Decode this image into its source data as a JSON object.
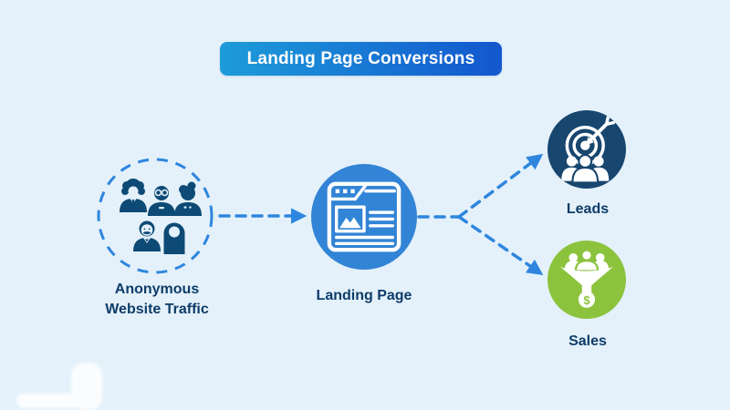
{
  "title": "Landing Page Conversions",
  "nodes": {
    "traffic": {
      "label_line1": "Anonymous",
      "label_line2": "Website Traffic",
      "icon": "people-group-icon",
      "border_style": "dashed-circle"
    },
    "landing": {
      "label": "Landing Page",
      "icon": "browser-window-icon"
    },
    "leads": {
      "label": "Leads",
      "icon": "target-audience-icon"
    },
    "sales": {
      "label": "Sales",
      "icon": "sales-funnel-icon"
    }
  },
  "connections": [
    {
      "from": "traffic",
      "to": "landing",
      "style": "dashed-arrow"
    },
    {
      "from": "landing",
      "to": "leads",
      "style": "dashed-arrow"
    },
    {
      "from": "landing",
      "to": "sales",
      "style": "dashed-arrow"
    }
  ],
  "colors": {
    "background": "#e4f1fa",
    "banner_gradient_start": "#1d9cd9",
    "banner_gradient_end": "#1357ce",
    "arrow_blue": "#2e86de",
    "navy": "#0d4a75",
    "landing_circle": "#3284d6",
    "leads_circle": "#17466f",
    "sales_circle": "#8bc33d",
    "label_text": "#0e3c68",
    "icon_white": "#ffffff"
  }
}
